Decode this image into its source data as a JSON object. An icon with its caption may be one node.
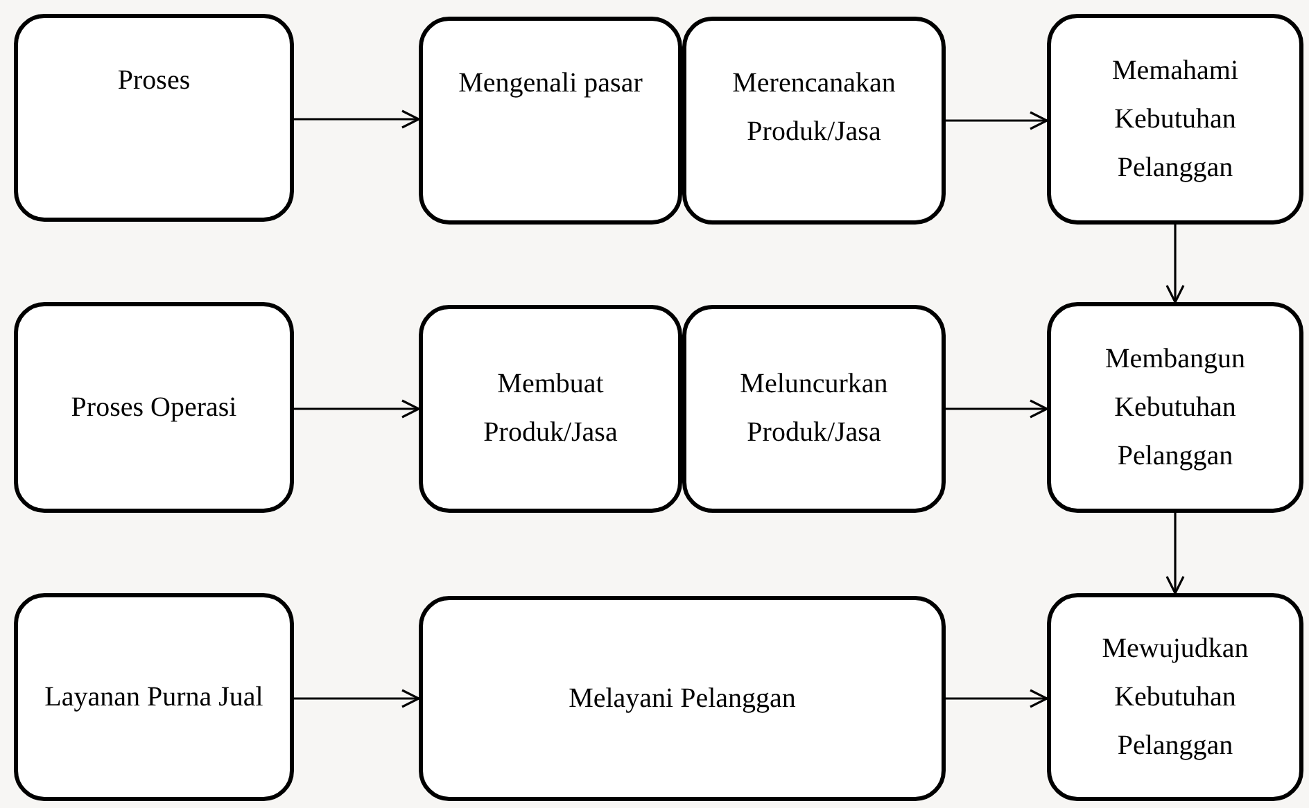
{
  "diagram": {
    "nodes": [
      {
        "text": [
          "Proses"
        ]
      },
      {
        "text": [
          "Mengenali pasar"
        ]
      },
      {
        "text": [
          "Merencanakan Produk/Jasa"
        ]
      },
      {
        "text": [
          "Memahami Kebutuhan Pelanggan"
        ]
      },
      {
        "text": [
          "Proses Operasi"
        ]
      },
      {
        "text": [
          "Membuat Produk/Jasa"
        ]
      },
      {
        "text": [
          "Meluncurkan Produk/Jasa"
        ]
      },
      {
        "text": [
          "Membangun Kebutuhan Pelanggan"
        ]
      },
      {
        "text": [
          "Layanan Purna Jual"
        ]
      },
      {
        "text": [
          "Melayani Pelanggan"
        ]
      },
      {
        "text": [
          "Mewujudkan Kebutuhan Pelanggan"
        ]
      }
    ],
    "edges": [
      {
        "from": 0,
        "to": 1,
        "arrow": "to"
      },
      {
        "from": 2,
        "to": 3,
        "arrow": "to"
      },
      {
        "from": 3,
        "to": 7,
        "arrow": "to"
      },
      {
        "from": 4,
        "to": 5,
        "arrow": "to"
      },
      {
        "from": 6,
        "to": 7,
        "arrow": "to"
      },
      {
        "from": 7,
        "to": 10,
        "arrow": "to"
      },
      {
        "from": 8,
        "to": 9,
        "arrow": "to"
      },
      {
        "from": 9,
        "to": 10,
        "arrow": "to"
      }
    ]
  }
}
